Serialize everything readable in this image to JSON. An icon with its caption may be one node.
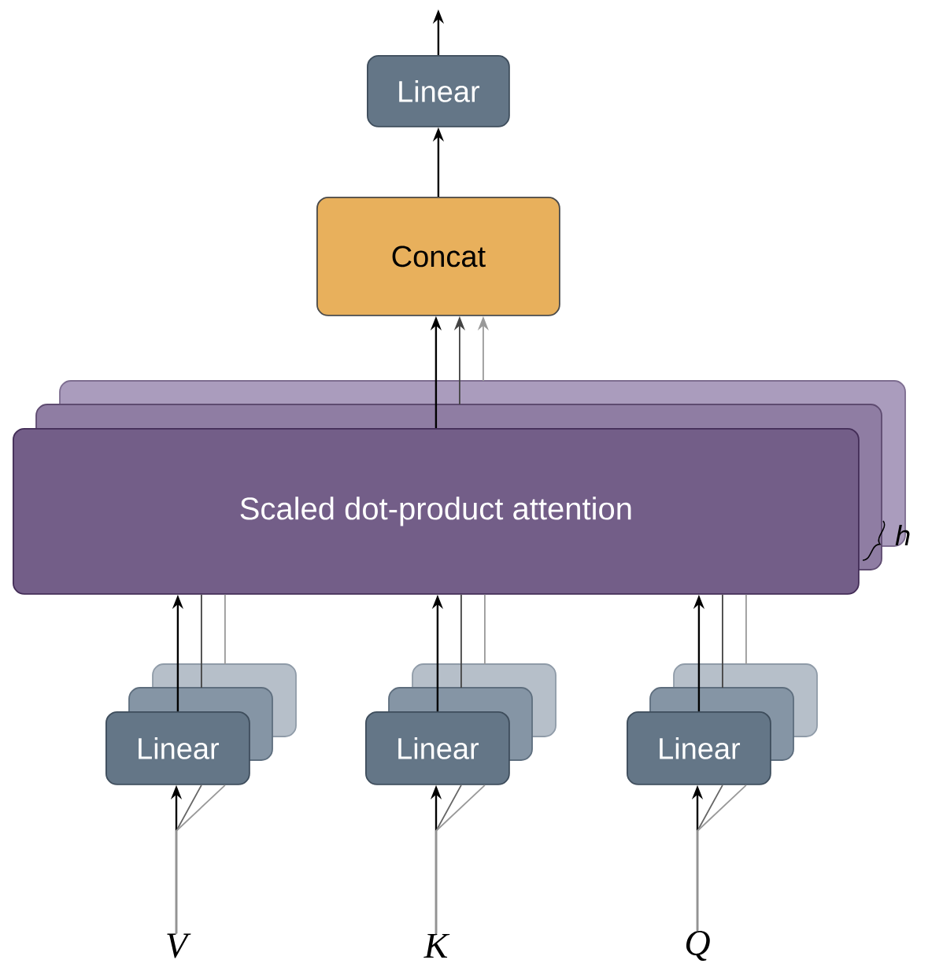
{
  "diagram": {
    "nodes": [
      {
        "text": [
          "Linear"
        ]
      },
      {
        "text": [
          "Concat"
        ]
      },
      {
        "text": [
          "Scaled dot-product attention"
        ]
      },
      {
        "text": [
          "Linear"
        ]
      },
      {
        "text": [
          "Linear"
        ]
      },
      {
        "text": [
          "Linear"
        ]
      },
      {
        "text": [
          "V"
        ]
      },
      {
        "text": [
          "K"
        ]
      },
      {
        "text": [
          "Q"
        ]
      }
    ],
    "edges": [
      {
        "from": 0,
        "to": null,
        "arrow": "to"
      },
      {
        "from": 1,
        "to": 0,
        "arrow": "to"
      },
      {
        "from": 2,
        "to": 1,
        "arrow": "to"
      },
      {
        "from": 2,
        "to": 1,
        "arrow": "to",
        "color": "#444444"
      },
      {
        "from": 2,
        "to": 1,
        "arrow": "to",
        "color": "#999999"
      },
      {
        "from": 6,
        "to": 3,
        "arrow": "to"
      },
      {
        "from": 6,
        "to": 3,
        "arrow": "none",
        "color": "#666666"
      },
      {
        "from": 6,
        "to": 3,
        "arrow": "none",
        "color": "#999999"
      },
      {
        "from": 3,
        "to": 2,
        "arrow": "to"
      },
      {
        "from": 3,
        "to": 2,
        "arrow": "none",
        "color": "#444444"
      },
      {
        "from": 3,
        "to": 2,
        "arrow": "none",
        "color": "#999999"
      },
      {
        "from": 7,
        "to": 4,
        "arrow": "to"
      },
      {
        "from": 7,
        "to": 4,
        "arrow": "none",
        "color": "#666666"
      },
      {
        "from": 7,
        "to": 4,
        "arrow": "none",
        "color": "#999999"
      },
      {
        "from": 4,
        "to": 2,
        "arrow": "to"
      },
      {
        "from": 4,
        "to": 2,
        "arrow": "none",
        "color": "#444444"
      },
      {
        "from": 4,
        "to": 2,
        "arrow": "none",
        "color": "#999999"
      },
      {
        "from": 8,
        "to": 5,
        "arrow": "to"
      },
      {
        "from": 8,
        "to": 5,
        "arrow": "none",
        "color": "#666666"
      },
      {
        "from": 8,
        "to": 5,
        "arrow": "none",
        "color": "#999999"
      },
      {
        "from": 5,
        "to": 2,
        "arrow": "to"
      },
      {
        "from": 5,
        "to": 2,
        "arrow": "none",
        "color": "#444444"
      },
      {
        "from": 5,
        "to": 2,
        "arrow": "none",
        "color": "#999999"
      }
    ],
    "labels": [
      "h"
    ]
  }
}
